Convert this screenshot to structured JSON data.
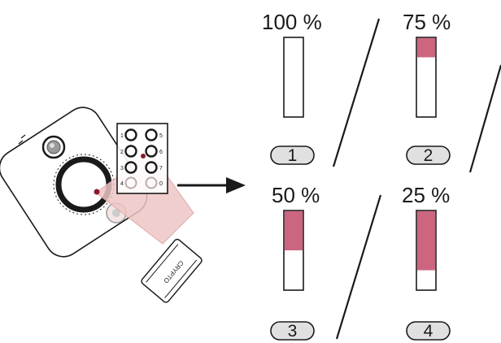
{
  "colors": {
    "fill": "#cc6680",
    "light_beam": "#efc6c6",
    "light_beam_edge": "#e0a8a8",
    "led_dot": "#8a1a2a",
    "step_badge_bg": "#e0e0e0",
    "ink": "#1a1a1a"
  },
  "device": {
    "icon": "remote-control-device-icon",
    "keypad_icon": "keypad-buttons-icon",
    "key_labels": [
      "1",
      "2",
      "3",
      "4",
      "5",
      "6",
      "7",
      "0"
    ],
    "key_fob_icon": "key-fob-icon",
    "key_fob_text": "CRYPTO"
  },
  "arrow_icon": "arrow-right-icon",
  "steps": [
    {
      "number": "1",
      "percent_label": "100 %",
      "remaining_fraction": 1.0
    },
    {
      "number": "2",
      "percent_label": "75 %",
      "remaining_fraction": 0.75
    },
    {
      "number": "3",
      "percent_label": "50 %",
      "remaining_fraction": 0.5
    },
    {
      "number": "4",
      "percent_label": "25 %",
      "remaining_fraction": 0.25
    }
  ]
}
